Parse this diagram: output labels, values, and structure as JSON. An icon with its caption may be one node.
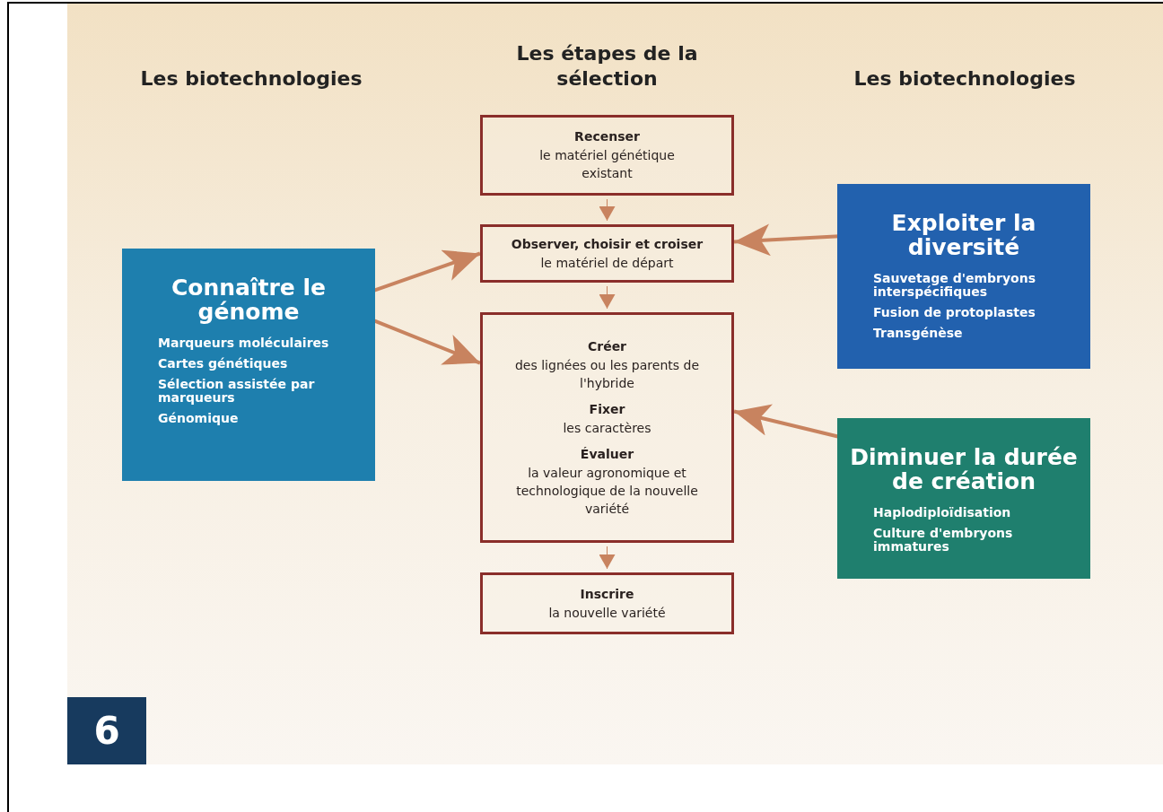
{
  "diagram": {
    "nodes": [
      {
        "text": [
          "Recenser",
          "le matériel génétique existant"
        ]
      },
      {
        "text": [
          "Observer, choisir et croiser",
          "le matériel de départ"
        ]
      },
      {
        "text": [
          "Créer",
          "des lignées ou les parents de l'hybride",
          "Fixer",
          "les caractères",
          "Évaluer",
          "la valeur agronomique et technologique de la nouvelle variété"
        ]
      },
      {
        "text": [
          "Inscrire",
          "la nouvelle variété"
        ]
      },
      {
        "text": [
          "Connaître le génome",
          "Marqueurs moléculaires",
          "Cartes génétiques",
          "Sélection assistée par marqueurs",
          "Génomique"
        ]
      },
      {
        "text": [
          "Exploiter la diversité",
          "Sauvetage d'embryons interspécifiques",
          "Fusion de protoplastes",
          "Transgénèse"
        ]
      },
      {
        "text": [
          "Diminuer la durée de création",
          "Haplodiploïdisation",
          "Culture d'embryons immatures"
        ]
      }
    ],
    "edges": [
      {
        "from": 0,
        "to": 1,
        "arrow": "to"
      },
      {
        "from": 1,
        "to": 2,
        "arrow": "to"
      },
      {
        "from": 2,
        "to": 3,
        "arrow": "to"
      },
      {
        "from": 4,
        "to": 1,
        "arrow": "to"
      },
      {
        "from": 4,
        "to": 2,
        "arrow": "to"
      },
      {
        "from": 5,
        "to": 1,
        "arrow": "to"
      },
      {
        "from": 6,
        "to": 2,
        "arrow": "to"
      }
    ],
    "labels": [
      "Les biotechnologies",
      "Les étapes de la sélection",
      "Les biotechnologies",
      "6"
    ]
  }
}
